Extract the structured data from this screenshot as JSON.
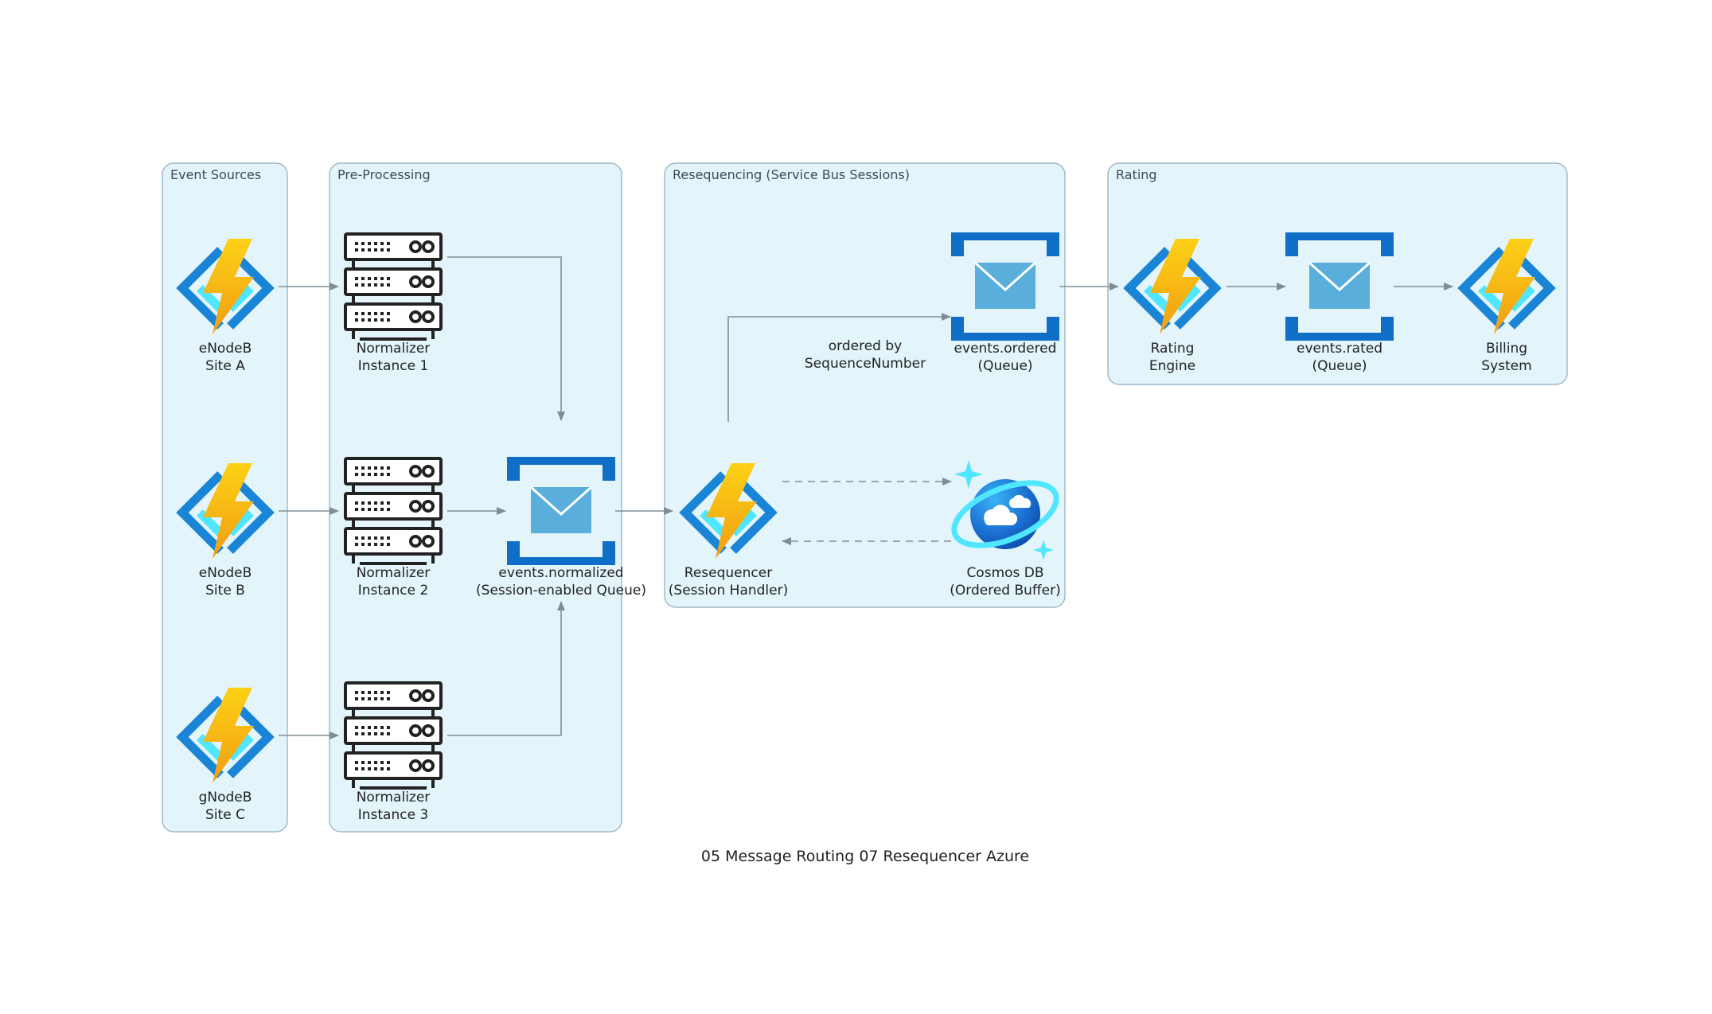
{
  "diagram": {
    "caption": "05 Message Routing 07 Resequencer Azure",
    "clusters": {
      "event_sources": "Event Sources",
      "pre_processing": "Pre-Processing",
      "resequencing": "Resequencing (Service Bus Sessions)",
      "rating": "Rating"
    },
    "nodes": {
      "enodeb_a": {
        "line1": "eNodeB",
        "line2": "Site A",
        "icon": "azure-function-icon"
      },
      "enodeb_b": {
        "line1": "eNodeB",
        "line2": "Site B",
        "icon": "azure-function-icon"
      },
      "gnodeb_c": {
        "line1": "gNodeB",
        "line2": "Site C",
        "icon": "azure-function-icon"
      },
      "normalizer_1": {
        "line1": "Normalizer",
        "line2": "Instance 1",
        "icon": "server-rack-icon"
      },
      "normalizer_2": {
        "line1": "Normalizer",
        "line2": "Instance 2",
        "icon": "server-rack-icon"
      },
      "normalizer_3": {
        "line1": "Normalizer",
        "line2": "Instance 3",
        "icon": "server-rack-icon"
      },
      "events_normalized": {
        "line1": "events.normalized",
        "line2": "(Session-enabled Queue)",
        "icon": "service-bus-queue-icon"
      },
      "resequencer": {
        "line1": "Resequencer",
        "line2": "(Session Handler)",
        "icon": "azure-function-icon"
      },
      "cosmos_db": {
        "line1": "Cosmos DB",
        "line2": "(Ordered Buffer)",
        "icon": "cosmos-db-icon"
      },
      "events_ordered": {
        "line1": "events.ordered",
        "line2": "(Queue)",
        "icon": "service-bus-queue-icon"
      },
      "rating_engine": {
        "line1": "Rating",
        "line2": "Engine",
        "icon": "azure-function-icon"
      },
      "events_rated": {
        "line1": "events.rated",
        "line2": "(Queue)",
        "icon": "service-bus-queue-icon"
      },
      "billing_system": {
        "line1": "Billing",
        "line2": "System",
        "icon": "azure-function-icon"
      }
    },
    "edge_labels": {
      "ordered_line1": "ordered by",
      "ordered_line2": "SequenceNumber"
    },
    "colors": {
      "cluster_fill": "#e3f4fb",
      "cluster_border": "#9fb6c6",
      "edge": "#808d97",
      "queue_blue": "#0f6fc6",
      "envelope": "#5aaedc",
      "bolt_yellow": "#fcd116",
      "bolt_orange": "#f29d12",
      "bracket_dark": "#1a85d6",
      "bracket_light": "#50e6ff"
    }
  }
}
